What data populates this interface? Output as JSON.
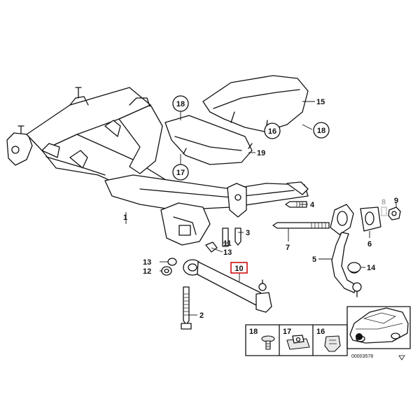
{
  "diagram": {
    "part_numbers": {
      "p1": "1",
      "p2": "2",
      "p3": "3",
      "p4": "4",
      "p5": "5",
      "p6": "6",
      "p7": "7",
      "p8": "8",
      "p9": "9",
      "p10": "10",
      "p11": "11",
      "p12": "12",
      "p13": "13",
      "p14": "14",
      "p15": "15",
      "p16": "16",
      "p17": "17",
      "p18": "18",
      "p19": "19"
    },
    "highlighted_part": "10",
    "highlight_color": "#cc0000",
    "inset_labels": [
      "18",
      "17",
      "16"
    ],
    "reference_code": "00003578"
  }
}
